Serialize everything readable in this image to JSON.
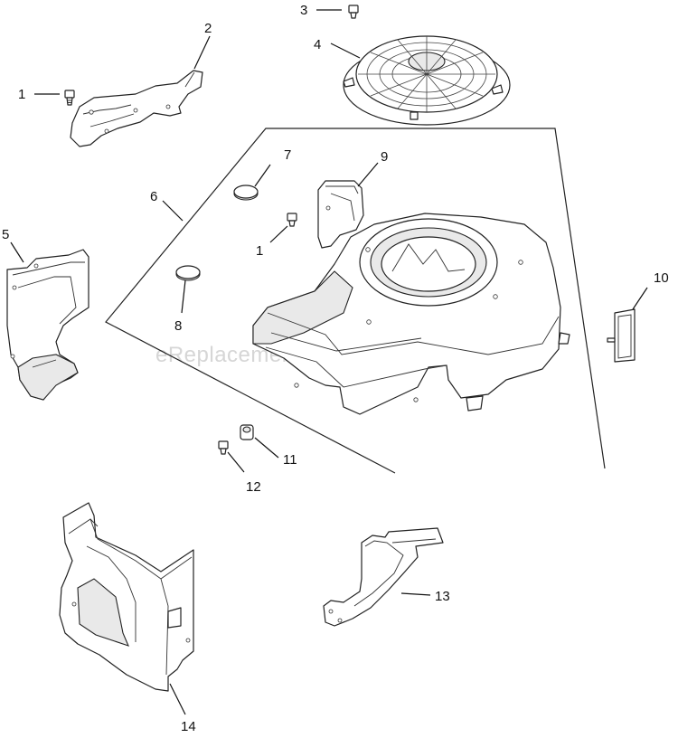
{
  "diagram": {
    "watermark": "eReplacementParts.com",
    "callouts": {
      "c1a": "1",
      "c1b": "1",
      "c2": "2",
      "c3": "3",
      "c4": "4",
      "c5": "5",
      "c6": "6",
      "c7": "7",
      "c8": "8",
      "c9": "9",
      "c10": "10",
      "c11": "11",
      "c12": "12",
      "c13": "13",
      "c14": "14"
    }
  }
}
